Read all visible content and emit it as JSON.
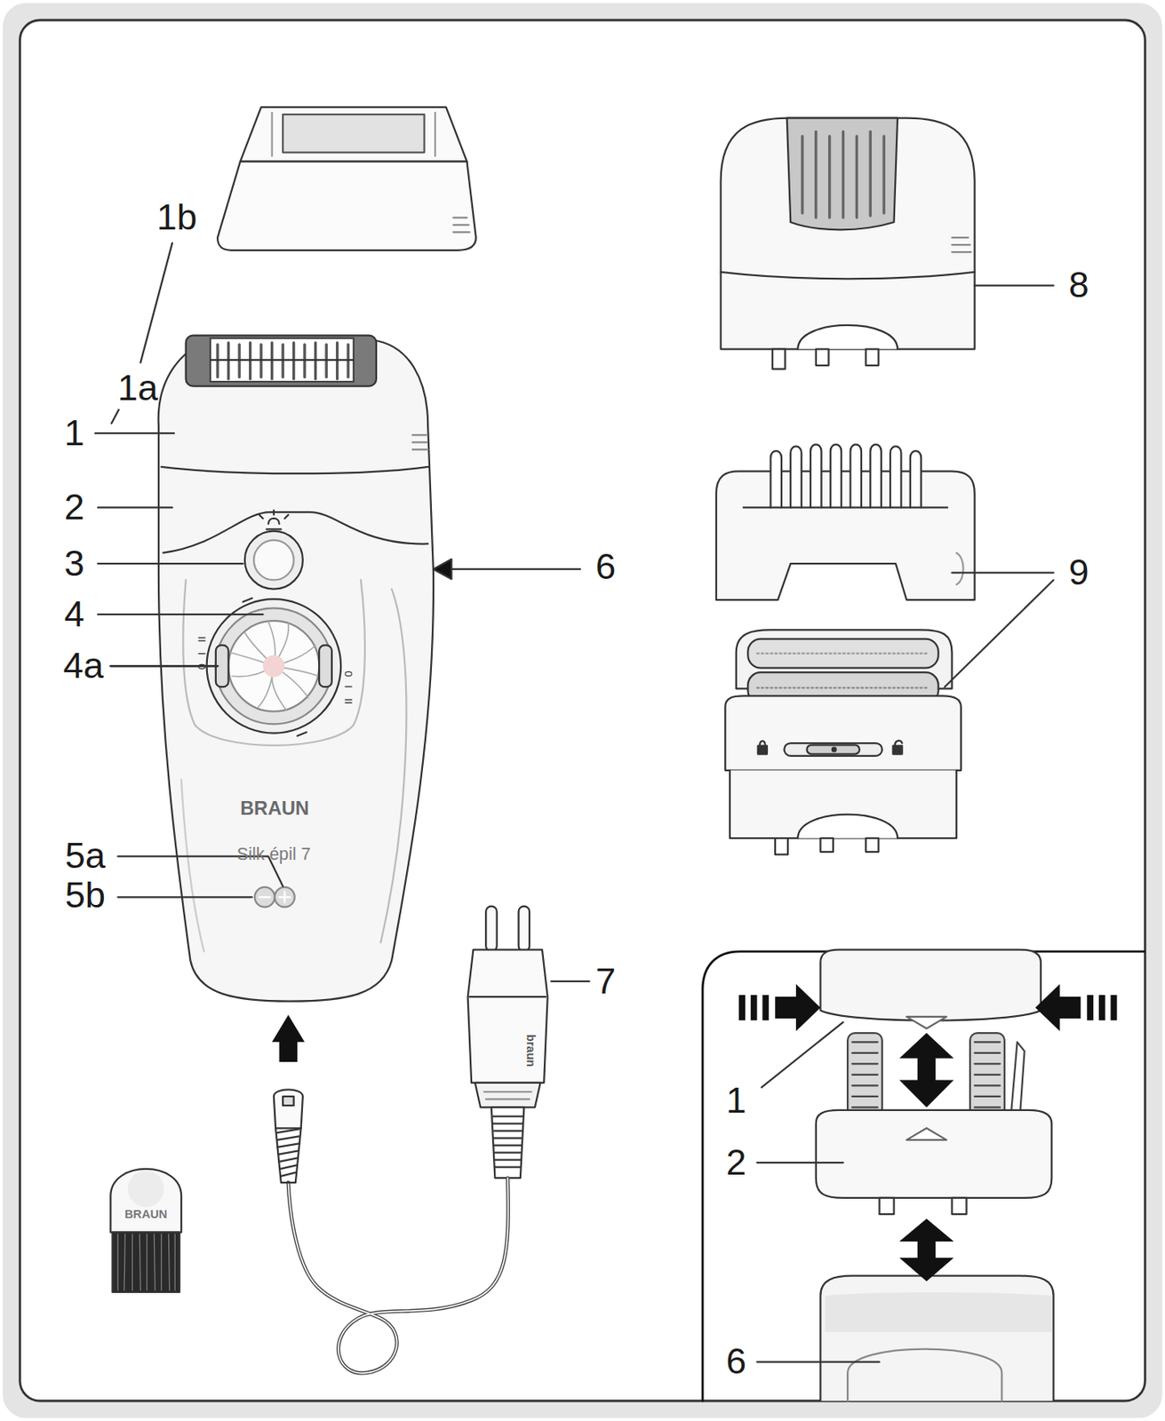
{
  "diagram": {
    "labels": [
      "1b",
      "1a",
      "1",
      "2",
      "3",
      "4",
      "4a",
      "5a",
      "5b",
      "6",
      "7",
      "8",
      "9",
      "1",
      "2",
      "6",
      "BRAUN",
      "Silk épil 7",
      "BRAUN",
      "braun",
      "II",
      "I",
      "0",
      "0",
      "I",
      "II"
    ]
  }
}
